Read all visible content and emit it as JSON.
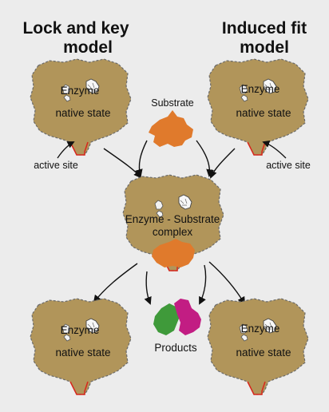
{
  "titles": {
    "left_line1": "Lock and key",
    "left_line2": "model",
    "right_line1": "Induced fit",
    "right_line2": "model"
  },
  "labels": {
    "enzyme": "Enzyme",
    "native_state": "native state",
    "substrate": "Substrate",
    "active_site": "active site",
    "complex_line1": "Enzyme - Substrate",
    "complex_line2": "complex",
    "products": "Products"
  },
  "colors": {
    "background": "#ececec",
    "enzyme_fill": "#b1955a",
    "substrate_fill": "#e07a2c",
    "product_green": "#3f9a3a",
    "product_magenta": "#c21d83",
    "active_site_edge": "#d8271c"
  }
}
